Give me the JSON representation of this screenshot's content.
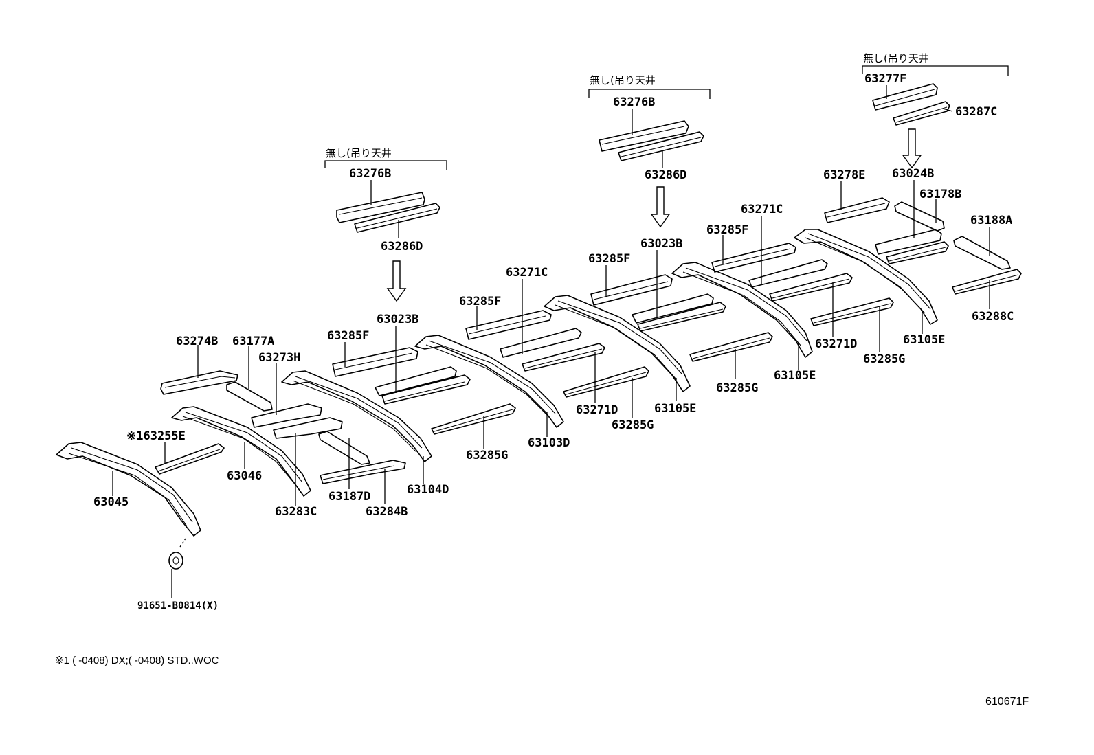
{
  "callouts": [
    {
      "id": "63045",
      "text": "63045"
    },
    {
      "id": "63046",
      "text": "63046"
    },
    {
      "id": "63104D",
      "text": "63104D"
    },
    {
      "id": "63103D",
      "text": "63103D"
    },
    {
      "id": "63105E_a",
      "text": "63105E"
    },
    {
      "id": "63105E_b",
      "text": "63105E"
    },
    {
      "id": "63105E_c",
      "text": "63105E"
    },
    {
      "id": "63274B",
      "text": "63274B"
    },
    {
      "id": "63177A",
      "text": "63177A"
    },
    {
      "id": "63273H",
      "text": "63273H"
    },
    {
      "id": "63255E",
      "text": "※163255E"
    },
    {
      "id": "63283C",
      "text": "63283C"
    },
    {
      "id": "63187D",
      "text": "63187D"
    },
    {
      "id": "63284B",
      "text": "63284B"
    },
    {
      "id": "91651",
      "text": "91651-B0814(X)"
    },
    {
      "id": "63276B_a",
      "text": "63276B"
    },
    {
      "id": "63286D_a",
      "text": "63286D"
    },
    {
      "id": "63285F_a",
      "text": "63285F"
    },
    {
      "id": "63023B_a",
      "text": "63023B"
    },
    {
      "id": "63285F_b",
      "text": "63285F"
    },
    {
      "id": "63271C_a",
      "text": "63271C"
    },
    {
      "id": "63285G_a",
      "text": "63285G"
    },
    {
      "id": "63276B_b",
      "text": "63276B"
    },
    {
      "id": "63286D_b",
      "text": "63286D"
    },
    {
      "id": "63285F_c",
      "text": "63285F"
    },
    {
      "id": "63023B_b",
      "text": "63023B"
    },
    {
      "id": "63271D_a",
      "text": "63271D"
    },
    {
      "id": "63285G_b",
      "text": "63285G"
    },
    {
      "id": "63285F_d",
      "text": "63285F"
    },
    {
      "id": "63271C_b",
      "text": "63271C"
    },
    {
      "id": "63285G_c",
      "text": "63285G"
    },
    {
      "id": "63277F",
      "text": "63277F"
    },
    {
      "id": "63287C",
      "text": "63287C"
    },
    {
      "id": "63278E",
      "text": "63278E"
    },
    {
      "id": "63024B",
      "text": "63024B"
    },
    {
      "id": "63178B",
      "text": "63178B"
    },
    {
      "id": "63188A",
      "text": "63188A"
    },
    {
      "id": "63271D_b",
      "text": "63271D"
    },
    {
      "id": "63285G_d",
      "text": "63285G"
    },
    {
      "id": "63288C",
      "text": "63288C"
    }
  ],
  "brackets": [
    {
      "id": "b1",
      "text": "無し(吊り天井"
    },
    {
      "id": "b2",
      "text": "無し(吊り天井"
    },
    {
      "id": "b3",
      "text": "無し(吊り天井"
    }
  ],
  "footnote": "※1 (        -0408) DX;(        -0408) STD..WOC",
  "reference": "610671F"
}
